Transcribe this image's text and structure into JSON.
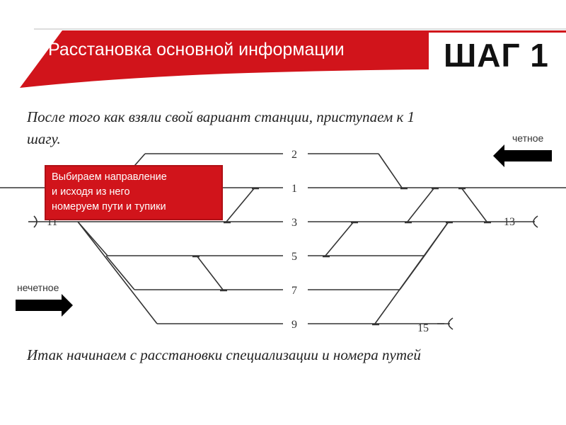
{
  "header": {
    "title": "Расстановка основной информации",
    "step": "ШАГ 1",
    "accent_color": "#d1141b"
  },
  "intro_text": "После того как взяли свой вариант станции, приступаем к 1 шагу.",
  "callout_text": "Выбираем направление\nи исходя из него\nномеруем пути и тупики",
  "directions": {
    "even": "четное",
    "odd": "нечетное"
  },
  "tracks": {
    "t2": "2",
    "t1": "1",
    "t3": "3",
    "t5": "5",
    "t7": "7",
    "t9": "9",
    "t13": "13",
    "t15": "15",
    "t11": "11"
  },
  "outro_text": "Итак начинаем с расстановки специализации и номера путей"
}
